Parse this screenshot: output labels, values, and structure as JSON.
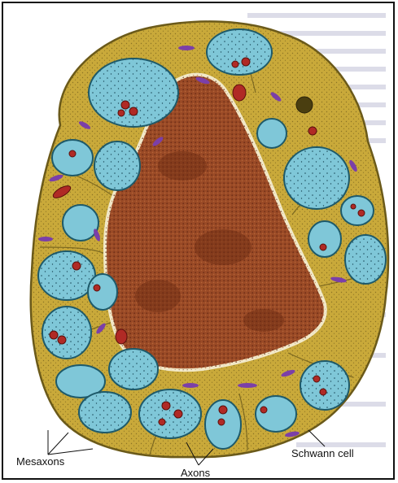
{
  "labels": {
    "mesaxons": "Mesaxons",
    "axons": "Axons",
    "schwann_cell": "Schwann cell"
  },
  "colors": {
    "cytoplasm": "#c9a93a",
    "cytoplasm_edge": "#6b5a1a",
    "nucleus": "#9a4a26",
    "axon": "#7fc7d8",
    "axon_edge": "#1e5a6a",
    "mitochondria": "#b02a25",
    "vesicle_purple": "#7b3fa8",
    "background_text": "#d9d9e6"
  }
}
